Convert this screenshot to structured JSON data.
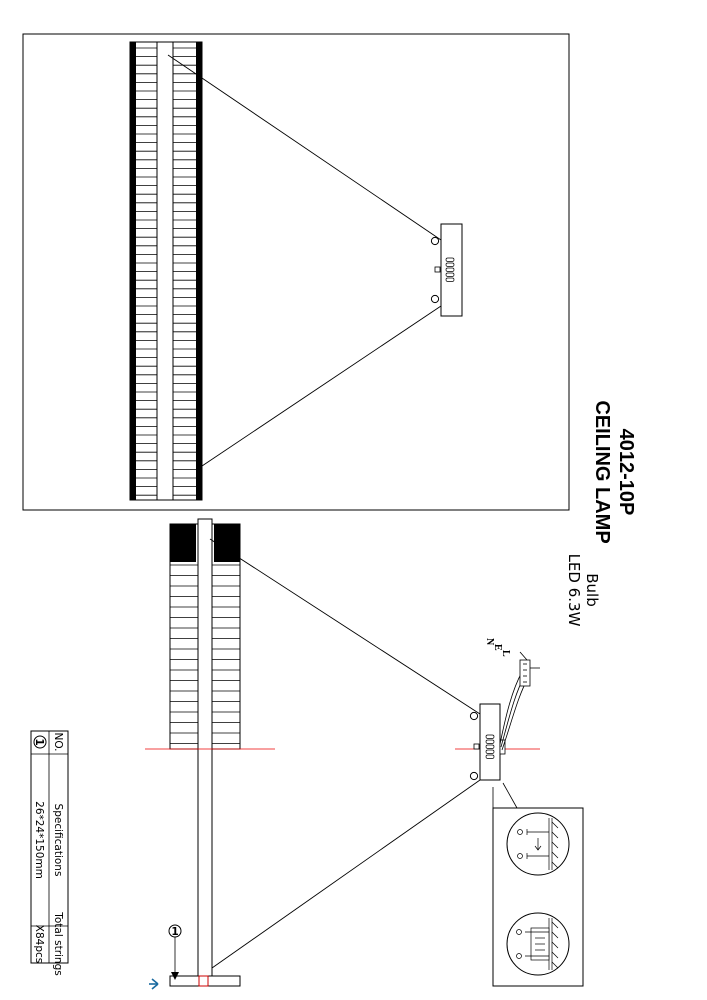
{
  "title": {
    "model": "4012-10P",
    "name": "CEILING  LAMP"
  },
  "bulb": {
    "label": "Bulb",
    "spec": "LED  6.3W"
  },
  "wires": {
    "l": "L",
    "e": "E",
    "n": "N"
  },
  "callout": {
    "marker": "1"
  },
  "spec_table": {
    "headers": [
      "NO.",
      "Specifications",
      "Total strings"
    ],
    "rows": [
      {
        "no": "1",
        "spec": "26*24*150mm",
        "total": "X84pcs"
      }
    ]
  }
}
